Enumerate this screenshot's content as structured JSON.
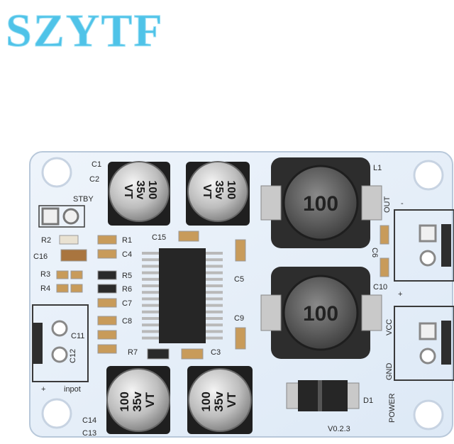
{
  "brand": "SZYTF",
  "board": {
    "version": "V0.2.3",
    "labels": {
      "c1": "C1",
      "c2": "C2",
      "stby": "STBY",
      "r2": "R2",
      "r1": "R1",
      "c16": "C16",
      "c4": "C4",
      "r3": "R3",
      "r4": "R4",
      "r5": "R5",
      "r6": "R6",
      "c7": "C7",
      "c8": "C8",
      "c15": "C15",
      "c5": "C5",
      "c9": "C9",
      "c11": "C11",
      "c12": "C12",
      "r7": "R7",
      "c3": "C3",
      "c14": "C14",
      "c13": "C13",
      "l1": "L1",
      "c6": "C6",
      "c10": "C10",
      "d1": "D1",
      "out": "OUT",
      "vcc": "VCC",
      "gnd": "GND",
      "power": "POWER",
      "input": "inpot",
      "plus_in": "+",
      "plus_out": "+",
      "minus_out": "-"
    },
    "capacitor_marking": [
      "100",
      "35v",
      "VT"
    ],
    "inductor_marking": "100"
  }
}
